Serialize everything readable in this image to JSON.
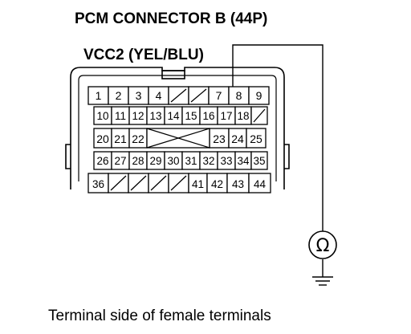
{
  "header": {
    "title": "PCM CONNECTOR B (44P)",
    "pin_label": "VCC2 (YEL/BLU)"
  },
  "connector": {
    "rows": [
      [
        "1",
        "2",
        "3",
        "4",
        "/",
        "/",
        "7",
        "8",
        "9"
      ],
      [
        "10",
        "11",
        "12",
        "13",
        "14",
        "15",
        "16",
        "17",
        "18",
        "/"
      ],
      [
        "20",
        "21",
        "22",
        "",
        "",
        "",
        "23",
        "24",
        "25"
      ],
      [
        "26",
        "27",
        "28",
        "29",
        "30",
        "31",
        "32",
        "33",
        "34",
        "35"
      ],
      [
        "36",
        "/",
        "/",
        "/",
        "/",
        "41",
        "42",
        "43",
        "44"
      ]
    ],
    "probed_terminal": "8"
  },
  "meter": {
    "symbol": "Ω"
  },
  "caption": "Terminal side of female terminals"
}
